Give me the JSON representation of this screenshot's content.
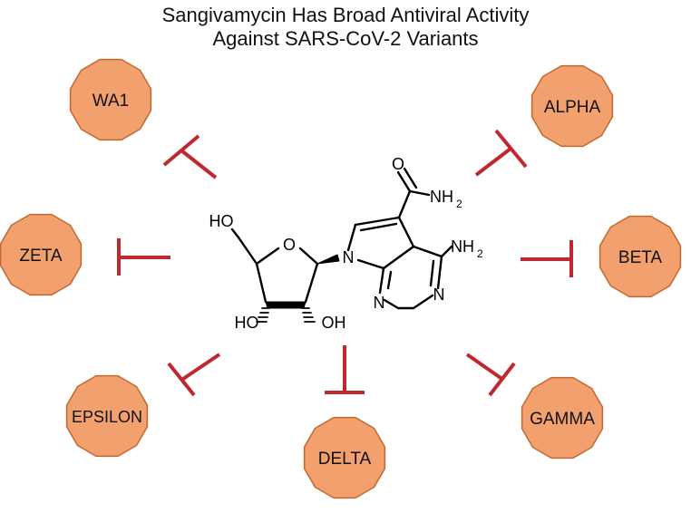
{
  "title": {
    "line1": "Sangivamycin Has Broad Antiviral Activity",
    "line2": "Against SARS-CoV-2 Variants"
  },
  "colors": {
    "variant_fill": "#f2a06d",
    "variant_stroke": "#c2692f",
    "inhibitor": "#c0282f",
    "structure": "#000000"
  },
  "variants": {
    "wa1": "WA1",
    "alpha": "ALPHA",
    "zeta": "ZETA",
    "beta": "BETA",
    "epsilon": "EPSILON",
    "delta": "DELTA",
    "gamma": "GAMMA"
  },
  "molecule": {
    "ho_top": "HO",
    "ring_o": "O",
    "ring_n": "N",
    "ho_bottom_left": "HO",
    "oh_bottom_right": "OH",
    "carbonyl_o": "O",
    "amide_nh": "NH",
    "amide_sub": "2",
    "amine_nh": "NH",
    "amine_sub": "2",
    "pyr_n1": "N",
    "pyr_n2": "N"
  }
}
